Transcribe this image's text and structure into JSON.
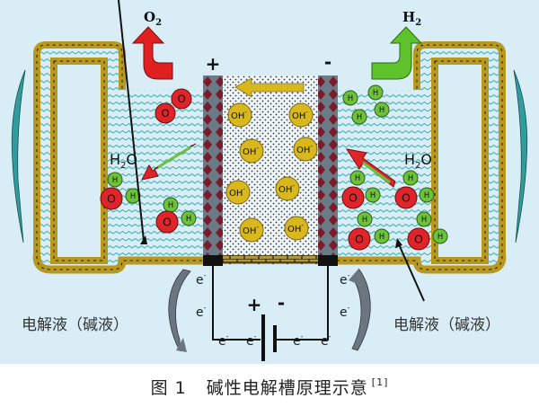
{
  "figure": {
    "gases": {
      "anode_gas": {
        "text": "O",
        "sub": "2",
        "arrow_color": "#e02020"
      },
      "cathode_gas": {
        "text": "H",
        "sub": "2",
        "arrow_color": "#5ec22a"
      }
    },
    "electrodes": {
      "anode_sign": "+",
      "cathode_sign": "-"
    },
    "ions": {
      "label": "OH",
      "charge": "-",
      "count": 8,
      "color": "#d9b81e"
    },
    "atoms": {
      "oxygen": {
        "letter": "O",
        "color": "#e0252a"
      },
      "hydrogen": {
        "letter": "H",
        "color": "#6cc23a"
      }
    },
    "water_label": {
      "main": "H",
      "sub": "2",
      "tail": "O"
    },
    "electrolyte_label_left": "电解液（碱液）",
    "electrolyte_label_right": "电解液（碱液）",
    "battery": {
      "plus": "+",
      "minus": "-"
    },
    "electron": {
      "symbol": "e",
      "charge": "-"
    },
    "colors": {
      "background": "#d8edf6",
      "brick": "#b8991e",
      "electrolyte_wave": "#3fb8b4",
      "separator_fill": "#eef6fa",
      "electrode_gray": "#6c7a86",
      "electrode_diamond": "#7a1a2a",
      "flow_arrow": "#d9b81e",
      "curved_arrow": "#6b7680",
      "side_arrow": "#2f9d9e"
    }
  },
  "caption": {
    "figure_number": "图 1",
    "title": "碱性电解槽原理示意",
    "reference": "[1]"
  }
}
